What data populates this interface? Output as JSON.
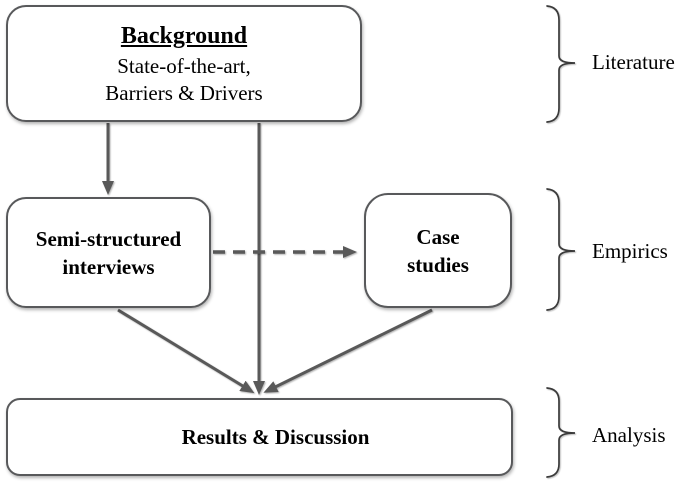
{
  "diagram": {
    "type": "flowchart",
    "boxes": {
      "background": {
        "title": "Background",
        "line1": "State-of-the-art,",
        "line2": "Barriers & Drivers"
      },
      "interviews": {
        "line1": "Semi-structured",
        "line2": "interviews"
      },
      "case_studies": {
        "line1": "Case",
        "line2": "studies"
      },
      "results": {
        "label": "Results & Discussion"
      }
    },
    "phase_labels": {
      "literature": "Literature",
      "empirics": "Empirics",
      "analysis": "Analysis"
    },
    "edges": [
      {
        "from": "background",
        "to": "interviews",
        "style": "solid-arrow"
      },
      {
        "from": "background",
        "to": "results",
        "style": "solid-arrow"
      },
      {
        "from": "interviews",
        "to": "case_studies",
        "style": "dashed-arrow"
      },
      {
        "from": "interviews",
        "to": "results",
        "style": "solid-arrow"
      },
      {
        "from": "case_studies",
        "to": "results",
        "style": "solid-arrow"
      }
    ],
    "colors": {
      "box_border": "#58595b",
      "arrow": "#595959",
      "brace": "#3a3a3a",
      "text": "#000000",
      "canvas": "#ffffff"
    }
  }
}
